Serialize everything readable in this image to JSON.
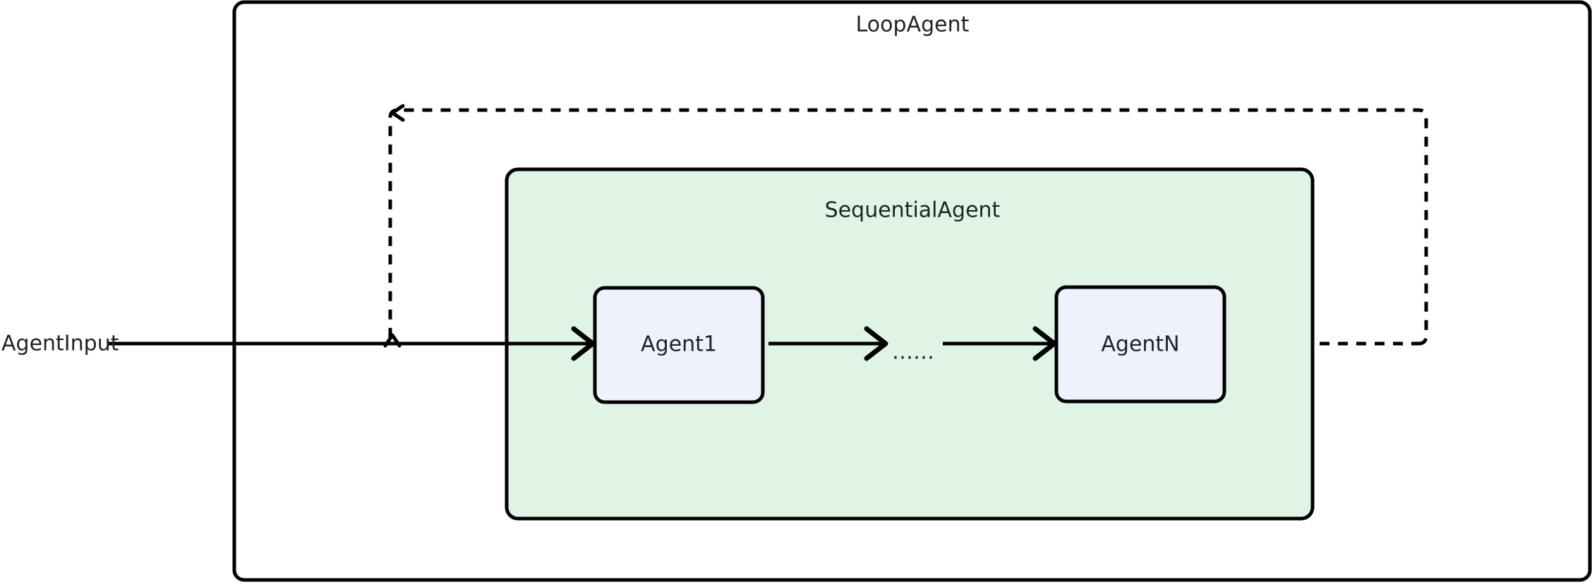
{
  "diagram": {
    "title_visible": false,
    "colors": {
      "stroke": "#000000",
      "text": "#1f2328",
      "loop_container_fill": "#ffffff",
      "sequential_container_fill": "#dff4e5",
      "agent_node_fill": "#eef2fc",
      "background": "#ffffff"
    },
    "containers": [
      {
        "id": "loop-agent",
        "label": "LoopAgent",
        "fill": "#ffffff",
        "border": "solid"
      },
      {
        "id": "sequential-agent",
        "label": "SequentialAgent",
        "fill": "#dff4e5",
        "border": "solid"
      }
    ],
    "nodes": [
      {
        "id": "agent-1",
        "label": "Agent1",
        "fill": "#eef2fc"
      },
      {
        "id": "agent-n",
        "label": "AgentN",
        "fill": "#eef2fc"
      }
    ],
    "edges": [
      {
        "id": "agent-input-edge",
        "label": "AgentInput",
        "style": "solid",
        "from": "AgentInput",
        "to": "Agent1",
        "arrowhead": "open"
      },
      {
        "id": "agent1-to-ellipsis",
        "label": "",
        "style": "solid",
        "from": "Agent1",
        "to": "ellipsis",
        "arrowhead": "open"
      },
      {
        "id": "ellipsis-to-agentn",
        "label": "",
        "style": "solid",
        "from": "ellipsis",
        "to": "AgentN",
        "arrowhead": "open"
      },
      {
        "id": "loop-back-edge",
        "label": "",
        "style": "dashed",
        "from": "AgentN",
        "to": "Agent1",
        "arrowhead": "open"
      }
    ],
    "ellipsis": {
      "id": "ellipsis",
      "label": "……"
    }
  }
}
